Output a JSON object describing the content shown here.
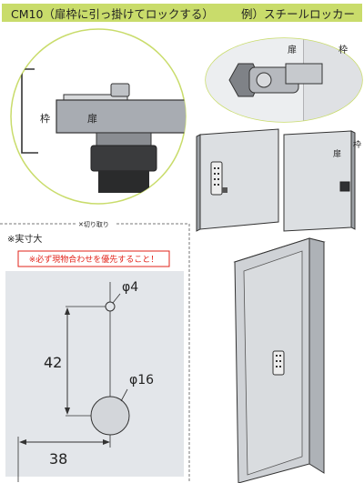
{
  "header": {
    "title": "CM10（扉枠に引っ掛けてロックする）",
    "example": "例）スチールロッカー"
  },
  "detail_large": {
    "frame_label": "枠",
    "door_label": "扉"
  },
  "detail_small": {
    "door_label": "扉",
    "frame_label": "枠"
  },
  "lockers": {
    "frame_label": "枠",
    "door_label": "扉"
  },
  "template": {
    "cut_label": "✕切り取り",
    "actual_size": "※実寸大",
    "warning": "※必ず現物合わせを優先すること！",
    "small_hole": "φ4",
    "vertical_dim": "42",
    "large_hole": "φ16",
    "horizontal_dim": "38"
  },
  "colors": {
    "banner": "#c9dc6b",
    "warning_red": "#e2231a",
    "steel": "#c3c6ca"
  }
}
